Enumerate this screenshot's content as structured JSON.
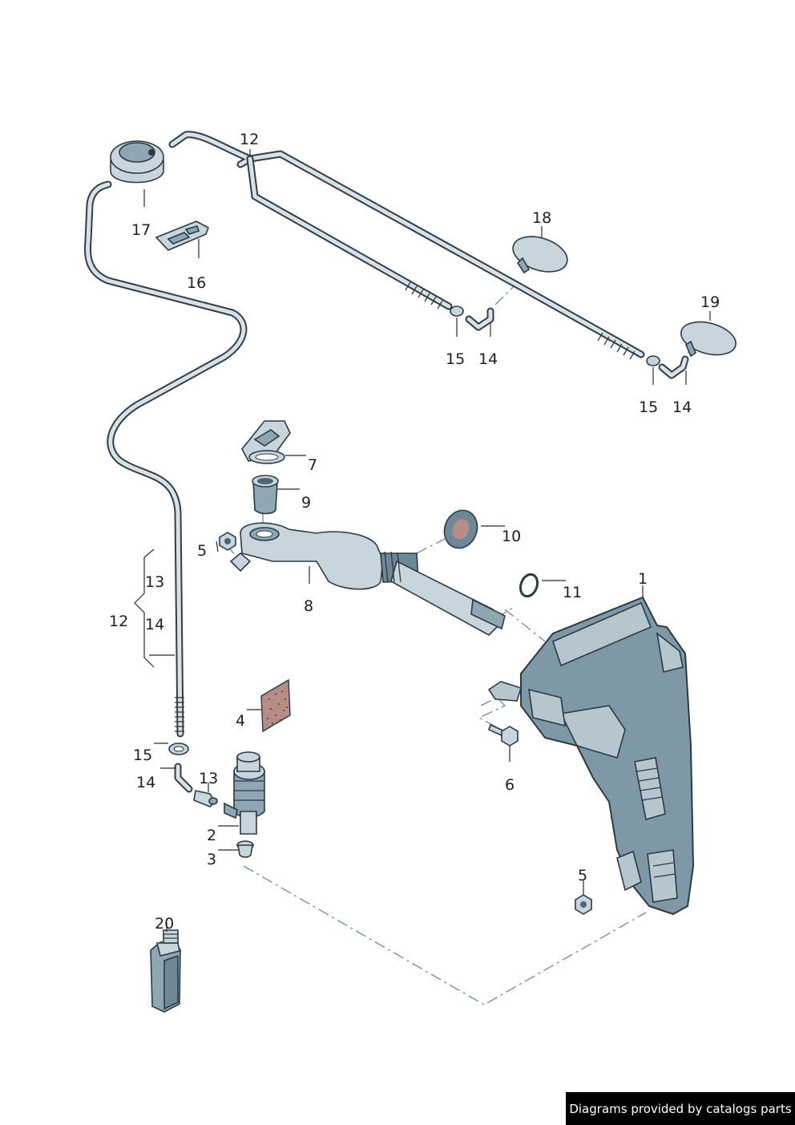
{
  "callouts": {
    "c1": "1",
    "c2": "2",
    "c3": "3",
    "c4": "4",
    "c5a": "5",
    "c5b": "5",
    "c6": "6",
    "c7": "7",
    "c8": "8",
    "c9": "9",
    "c10": "10",
    "c11": "11",
    "c12a": "12",
    "c12b": "12",
    "c13a": "13",
    "c13b": "13",
    "c14a": "14",
    "c14b": "14",
    "c14c": "14",
    "c14d": "14",
    "c15a": "15",
    "c15b": "15",
    "c15c": "15",
    "c16": "16",
    "c17": "17",
    "c18": "18",
    "c19": "19",
    "c20": "20"
  },
  "footer": {
    "credit": "Diagrams provided by catalogs parts"
  },
  "colors": {
    "part_fill": "#c9d5dc",
    "tank_fill": "#7f98a6",
    "outline": "#2b3a43",
    "dash_line": "#6f8aa0",
    "banner_bg": "#000000"
  }
}
